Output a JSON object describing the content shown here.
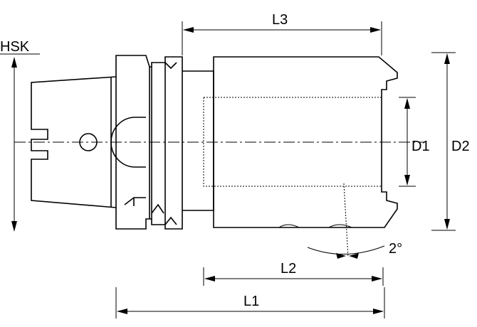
{
  "labels": {
    "hsk": "HSK",
    "l3": "L3",
    "d1": "D1",
    "d2": "D2",
    "l2": "L2",
    "l1": "L1",
    "angle": "2°"
  }
}
